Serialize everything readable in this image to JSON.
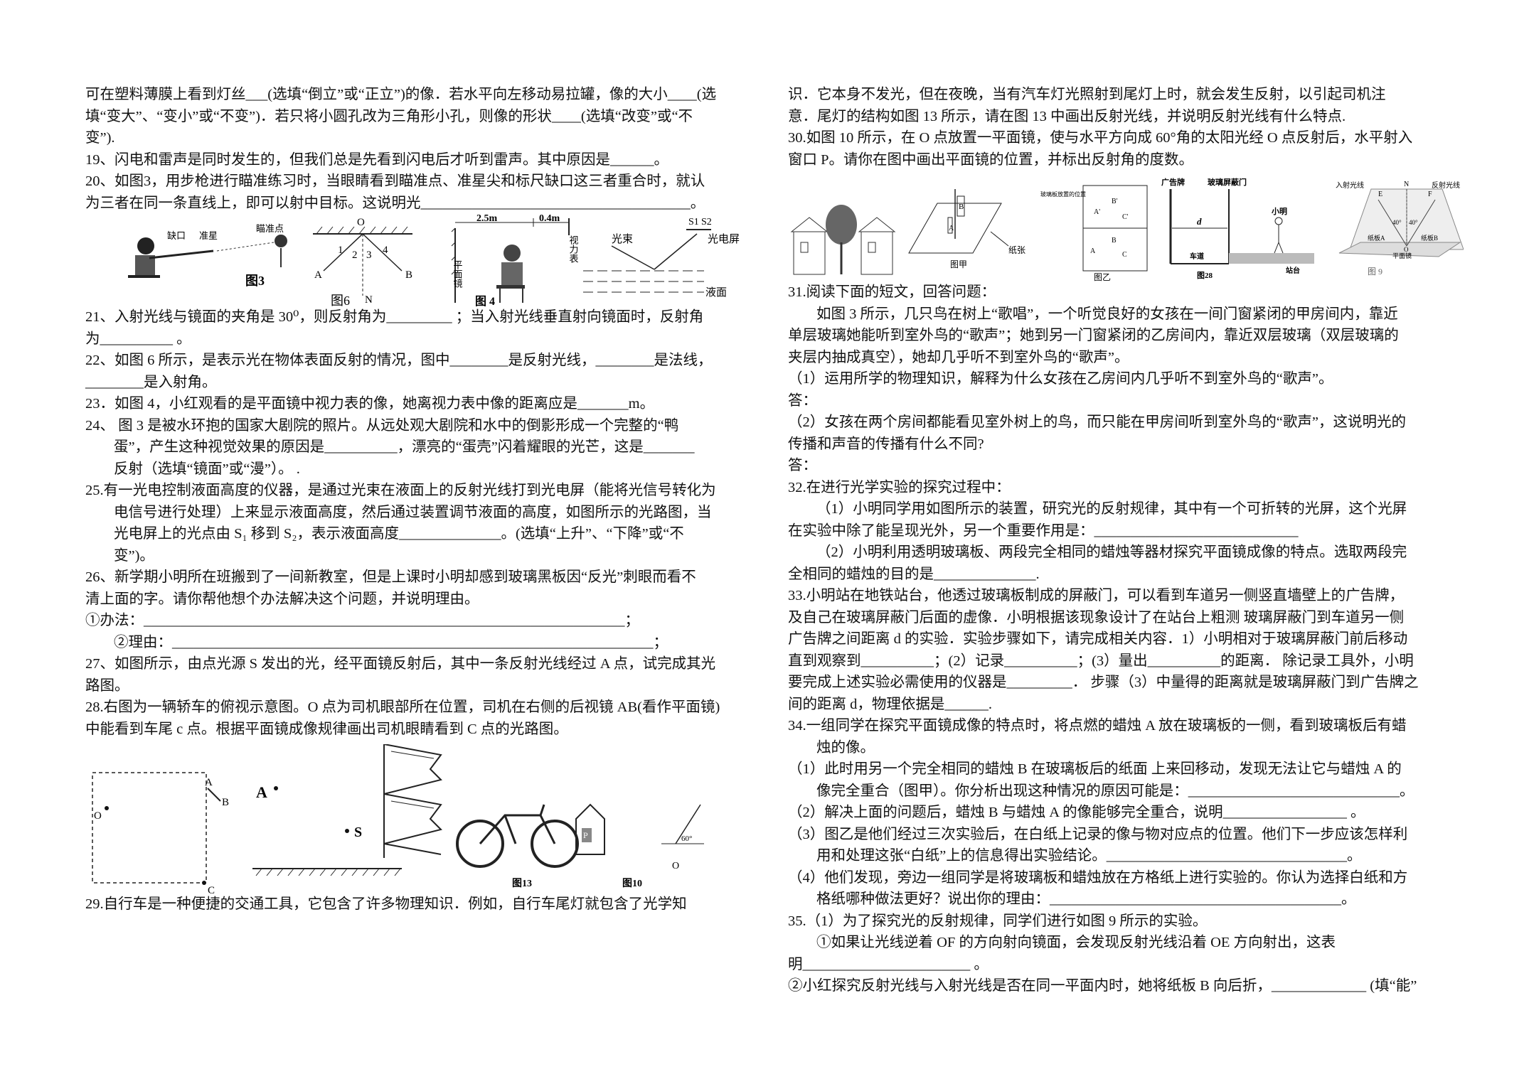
{
  "left": {
    "lines_a": [
      "可在塑料薄膜上看到灯丝___(选填“倒立”或“正立”)的像．若水平向左移动易拉罐，像的大小____(选",
      "填“变大”、“变小”或“不变”)．若只将小圆孔改为三角形小孔，则像的形状____(选填“改变”或“不",
      "变”).",
      "19、闪电和雷声是同时发生的，但我们总是先看到闪电后才听到雷声。其中原因是______。",
      "20、如图3，用步枪进行瞄准练习时，当眼睛看到瞄准点、准星尖和标尺缺口这三者重合时，就认",
      "为三者在同一条直线上，即可以射中目标。这说明光_____________________________________。"
    ],
    "fig_row1": {
      "fig3_labels": [
        "缺口",
        "准星",
        "瞄准点"
      ],
      "fig3_caption": "图3",
      "fig6_labels": [
        "O",
        "1",
        "2",
        "3",
        "4",
        "A",
        "B",
        "N"
      ],
      "fig6_caption": "图6",
      "fig4_labels": [
        "2.5m",
        "0.4m",
        "平面镜",
        "视力表"
      ],
      "fig4_caption": "图 4",
      "fig25_labels": [
        "S1",
        "S2",
        "光束",
        "光电屏",
        "液面"
      ]
    },
    "lines_b": [
      "21、入射光线与镜面的夹角是 30⁰，则反射角为_________ ；当入射光线垂直射向镜面时，反射角",
      "为__________ 。",
      "22、如图 6 所示，是表示光在物体表面反射的情况，图中________是反射光线，________是法线，",
      "________是入射角。",
      "23．如图 4，小红观看的是平面镜中视力表的像，她离视力表中像的距离应是_______m。",
      "24、 图 3 是被水环抱的国家大剧院的照片。从远处观大剧院和水中的倒影形成一个完整的“鸭",
      "蛋”，产生这种视觉效果的原因是__________，漂亮的“蛋壳”闪着耀眼的光芒，这是_______",
      "反射（选填“镜面”或“漫”）。 .",
      "25.有一光电控制液面高度的仪器，是通过光束在液面上的反射光线打到光电屏（能将光信号转化为",
      "电信号进行处理）上来显示液面高度，然后通过装置调节液面的高度，如图所示的光路图，当",
      "光电屏上的光点由 S₁ 移到 S₂，表示液面高度______________。(选填“上升”、“下降”或“不",
      "变”)。",
      "26、新学期小明所在班搬到了一间新教室，但是上课时小明却感到玻璃黑板因“反光”刺眼而看不",
      "清上面的字。请你帮他想个办法解决这个问题，并说明理由。",
      "①办法：__________________________________________________________________；",
      "②理由：__________________________________________________________________；",
      "27、如图所示，由点光源 S 发出的光，经平面镜反射后，其中一条反射光线经过 A 点，试完成其光",
      "路图。",
      "28.右图为一辆轿车的俯视示意图。O 点为司机眼部所在位置，司机在右侧的后视镜 AB(看作平面镜)",
      "中能看到车尾 c 点。根据平面镜成像规律画出司机眼睛看到 C 点的光路图。"
    ],
    "fig_row2": {
      "car_labels": [
        "A",
        "B",
        "O",
        "C"
      ],
      "point_labels": [
        "A",
        "S"
      ],
      "fig13_caption": "图13",
      "fig10_caption": "图10",
      "fig10_labels": [
        "60°",
        "O",
        "P"
      ]
    },
    "lines_c": [
      "29.自行车是一种便捷的交通工具，它包含了许多物理知识．例如，自行车尾灯就包含了光学知"
    ]
  },
  "right": {
    "lines_a": [
      "识．它本身不发光，但在夜晚，当有汽车灯光照射到尾灯上时，就会发生反射，以引起司机注",
      "意．尾灯的结构如图 13 所示，请在图 13 中画出反射光线，并说明反射光线有什么特点.",
      "30.如图 10 所示，在 O 点放置一平面镜，使与水平方向成 60°角的太阳光经 O 点反射后，水平射入",
      "窗口 P。请你在图中画出平面镜的位置，并标出反射角的度数。"
    ],
    "fig_row": {
      "figjia_caption": "图甲",
      "figjia_labels": [
        "B",
        "A",
        "纸张"
      ],
      "figyi_caption": "图乙",
      "figyi_labels": [
        "玻璃板放置的位置",
        "A'",
        "B'",
        "C'",
        "A",
        "B",
        "C"
      ],
      "fig28_caption": "图28",
      "fig28_labels": [
        "广告牌",
        "玻璃屏蔽门",
        "d",
        "小明",
        "车道",
        "站台"
      ],
      "fig9_caption": "图 9",
      "fig9_labels": [
        "入射光线",
        "反射光线",
        "E",
        "N",
        "F",
        "40°",
        "40°",
        "纸板A",
        "纸板B",
        "O",
        "平面镜"
      ]
    },
    "lines_b": [
      "31.阅读下面的短文，回答问题：",
      "如图 3 所示，几只鸟在树上“歌唱”，一个听觉良好的女孩在一间门窗紧闭的甲房间内，靠近",
      "单层玻璃她能听到室外鸟的“歌声”；她到另一门窗紧闭的乙房间内，靠近双层玻璃（双层玻璃的",
      "夹层内抽成真空），她却几乎听不到室外鸟的“歌声”。",
      "（1）运用所学的物理知识，解释为什么女孩在乙房间内几乎听不到室外鸟的“歌声”。",
      "答：",
      "（2）女孩在两个房间都能看见室外树上的鸟，而只能在甲房间听到室外鸟的“歌声”，这说明光的",
      "传播和声音的传播有什么不同?",
      "答：",
      "32.在进行光学实验的探究过程中：",
      "（1）小明同学用如图所示的装置，研究光的反射规律，其中有一个可折转的光屏，这个光屏",
      "在实验中除了能呈现光外，另一个重要作用是：____________________________",
      "（2）小明利用透明玻璃板、两段完全相同的蜡烛等器材探究平面镜成像的特点。选取两段完",
      "全相同的蜡烛的目的是______________.",
      "33.小明站在地铁站台，他透过玻璃板制成的屏蔽门，可以看到车道另一侧竖直墙壁上的广告牌，",
      "及自己在玻璃屏蔽门后面的虚像．小明根据该现象设计了在站台上粗测 玻璃屏蔽门到车道另一侧",
      "广告牌之间距离 d 的实验．实验步骤如下，请完成相关内容．1）小明相对于玻璃屏蔽门前后移动",
      "直到观察到__________；(2）记录__________；(3）量出__________的距离． 除记录工具外，小明",
      "要完成上述实验必需使用的仪器是_________． 步骤（3）中量得的距离就是玻璃屏蔽门到广告牌之",
      "间的距离 d，物理依据是______.",
      "34.一组同学在探究平面镜成像的特点时，将点燃的蜡烛 A 放在玻璃板的一侧，看到玻璃板后有蜡",
      "烛的像。",
      "（1）此时用另一个完全相同的蜡烛 B 在玻璃板后的纸面 上来回移动，发现无法让它与蜡烛 A 的",
      "像完全重合（图甲）。你分析出现这种情况的原因可能是：_____________________________。",
      "（2）解决上面的问题后，蜡烛 B 与蜡烛 A 的像能够完全重合，说明_________________ 。",
      "（3）图乙是他们经过三次实验后，在白纸上记录的像与物对应点的位置。他们下一步应该怎样利",
      "用和处理这张“白纸”上的信息得出实验结论。_________________________________。",
      "（4）他们发现，旁边一组同学是将玻璃板和蜡烛放在方格纸上进行实验的。你认为选择白纸和方",
      "格纸哪种做法更好？说出你的理由：________________________________________。",
      "35.（1）为了探究光的反射规律，同学们进行如图 9 所示的实验。",
      "①如果让光线逆着 OF 的方向射向镜面，会发现反射光线沿着 OE 方向射出，这表",
      "明_______________________ 。",
      "②小红探究反射光线与入射光线是否在同一平面内时，她将纸板 B 向后折，_____________ (填“能”"
    ]
  }
}
